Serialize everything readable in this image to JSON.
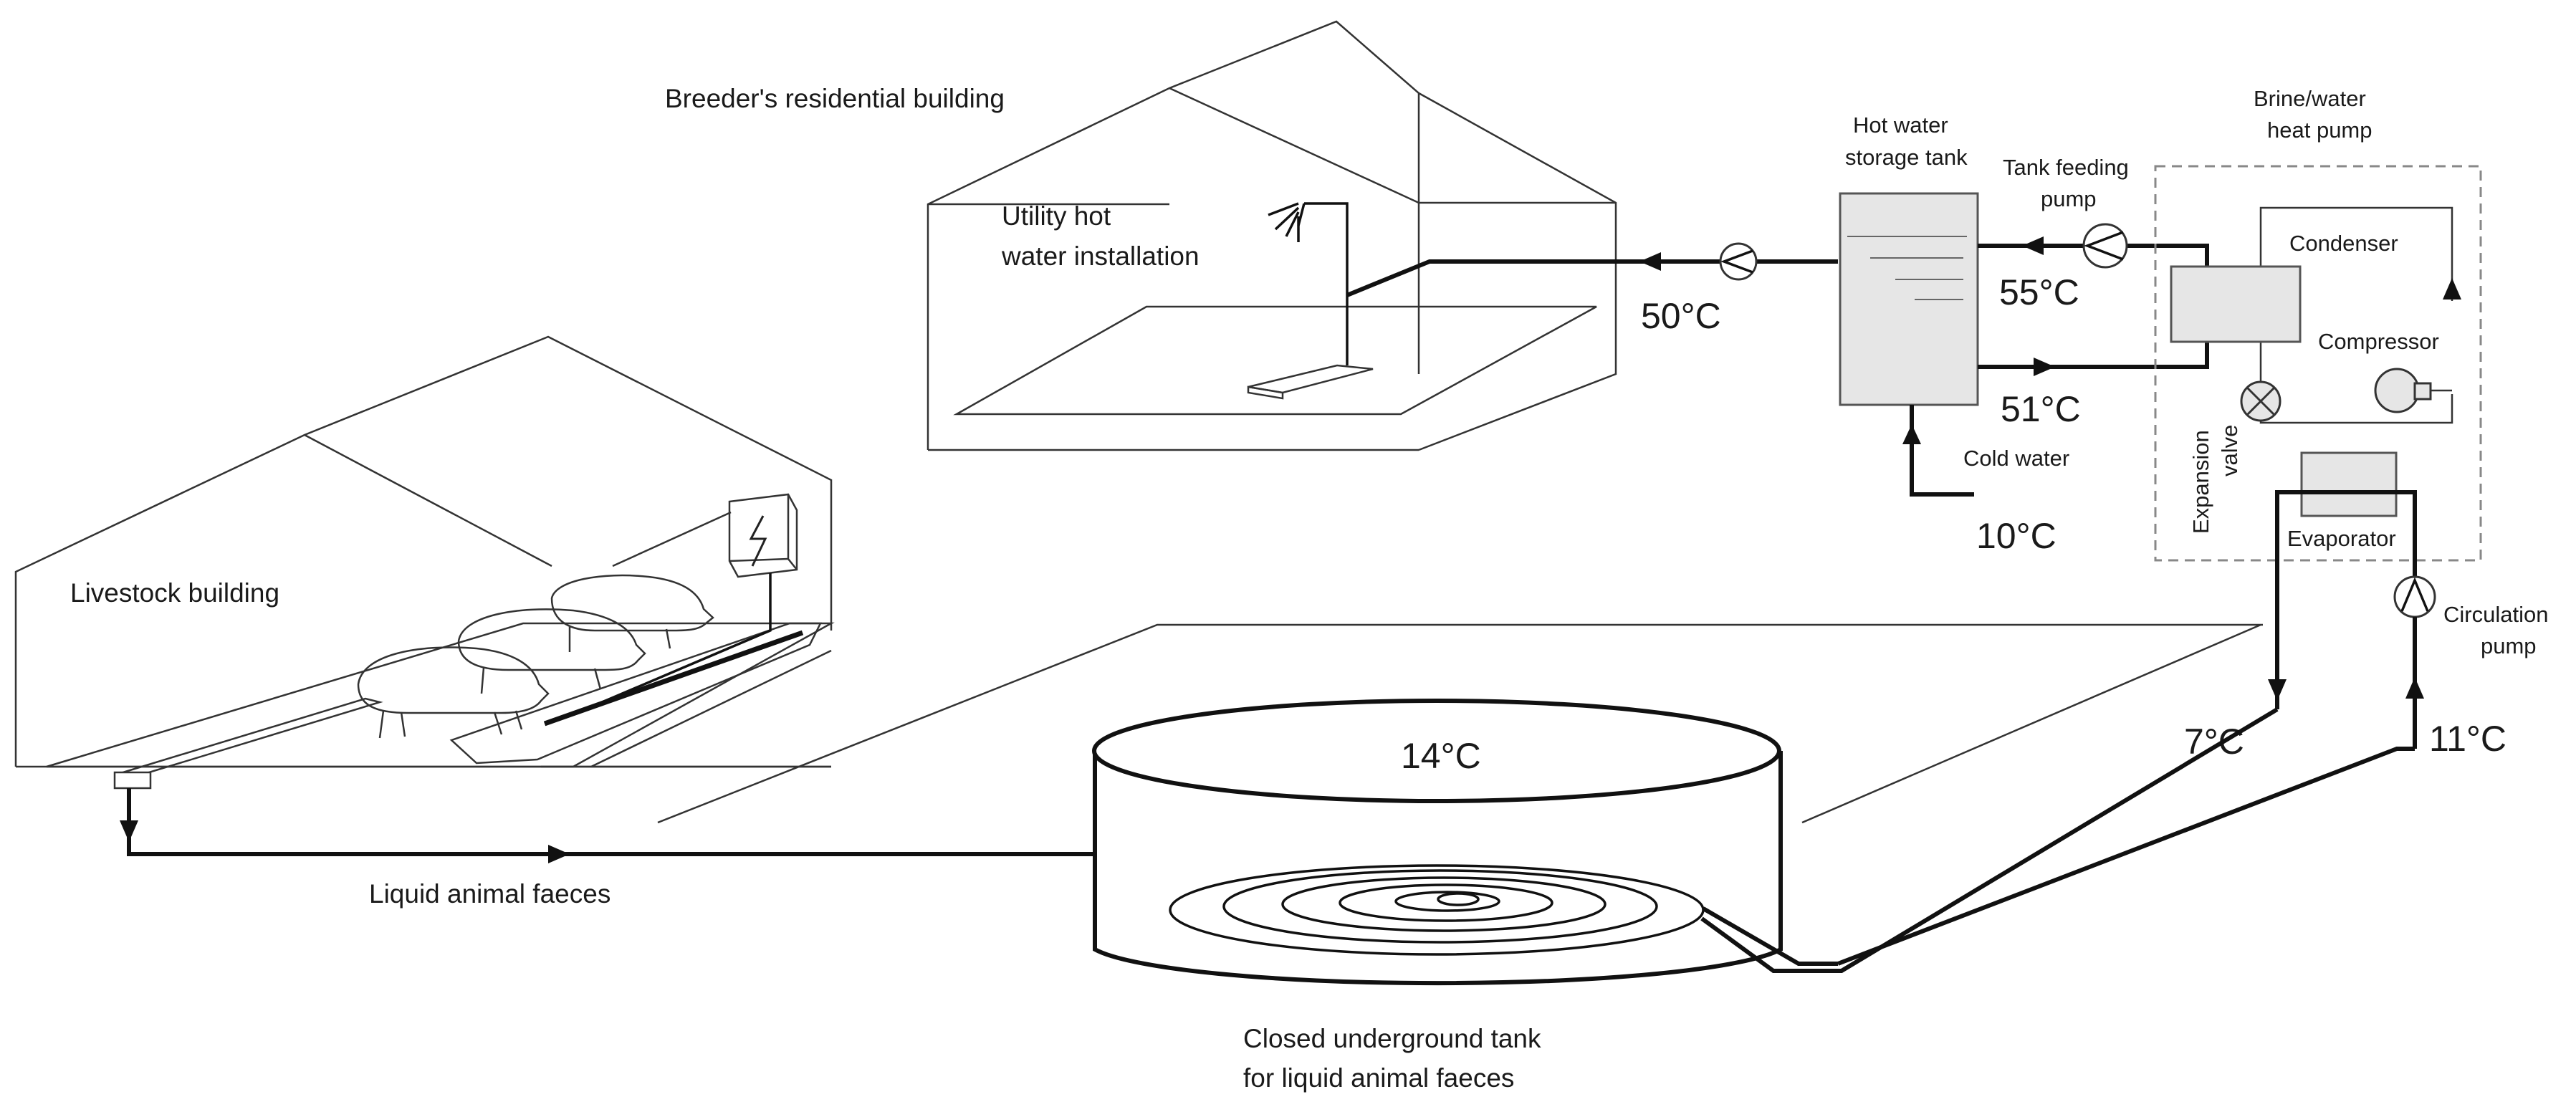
{
  "labels": {
    "residential": "Breeder's residential building",
    "utility_line1": "Utility hot",
    "utility_line2": "water installation",
    "livestock": "Livestock building",
    "storage_line1": "Hot water",
    "storage_line2": "storage tank",
    "feeding_line1": "Tank feeding",
    "feeding_line2": "pump",
    "heatpump_line1": "Brine/water",
    "heatpump_line2": "heat pump",
    "condenser": "Condenser",
    "compressor": "Compressor",
    "expansion_line1": "Expansion",
    "expansion_line2": "valve",
    "evaporator": "Evaporator",
    "cold_water": "Cold water",
    "circulation_line1": "Circulation",
    "circulation_line2": "pump",
    "faeces": "Liquid animal faeces",
    "tank_line1": "Closed underground tank",
    "tank_line2": "for liquid animal faeces"
  },
  "temperatures": {
    "hot_out": "50°C",
    "tank_feed": "55°C",
    "tank_return": "51°C",
    "cold_in": "10°C",
    "brine_out": "7°C",
    "brine_in": "11°C",
    "slurry": "14°C"
  },
  "icons": {
    "shower": "shower-icon",
    "electric_box": "lightning-icon",
    "pigs": "pig-icon"
  }
}
